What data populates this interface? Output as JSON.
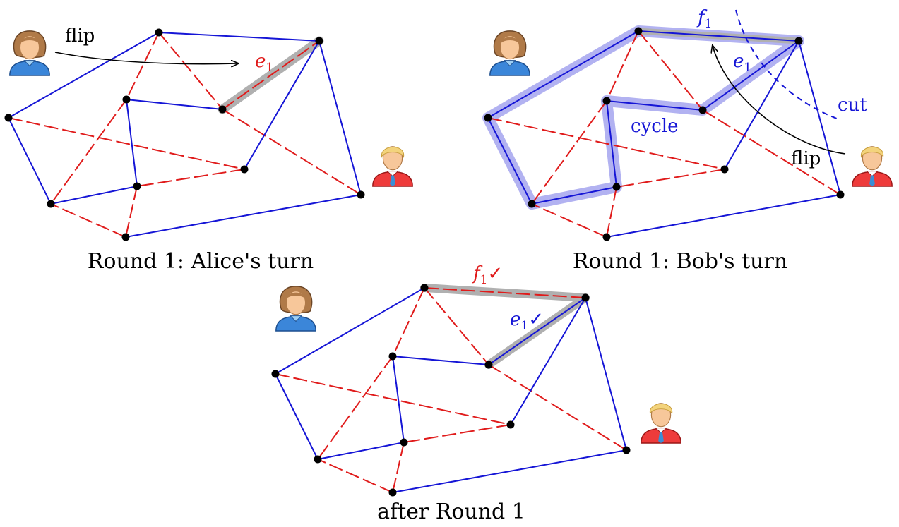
{
  "colors": {
    "blue": "#1515d6",
    "red": "#e01b1b",
    "gray_highlight": "#b0b0b0",
    "blue_highlight": "#aaaaf0"
  },
  "panels": {
    "alice_turn": {
      "caption": "Round 1: Alice's turn",
      "flip_label": "flip",
      "edge_label_var": "e",
      "edge_label_sub": "1",
      "player_icon": "alice-avatar-icon",
      "opponent_icon": "bob-avatar-icon"
    },
    "bob_turn": {
      "caption": "Round 1: Bob's turn",
      "f_label_var": "f",
      "f_label_sub": "1",
      "e_label_var": "e",
      "e_label_sub": "1",
      "cut_label": "cut",
      "cycle_label": "cycle",
      "flip_label": "flip",
      "player_icon": "alice-avatar-icon",
      "opponent_icon": "bob-avatar-icon"
    },
    "after_round": {
      "caption": "after Round 1",
      "f_label_var": "f",
      "f_label_sub": "1",
      "f_check": "✓",
      "e_label_var": "e",
      "e_label_sub": "1",
      "e_check": "✓",
      "player_icon": "alice-avatar-icon",
      "opponent_icon": "bob-avatar-icon"
    }
  }
}
